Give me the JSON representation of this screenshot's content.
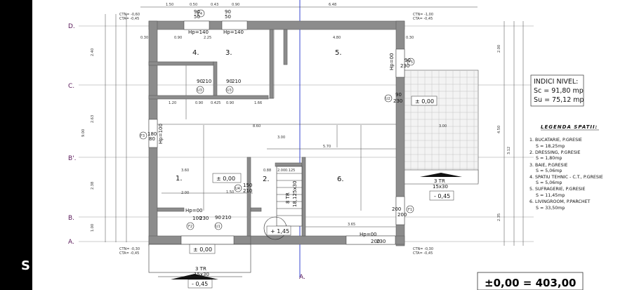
{
  "axes": {
    "d": "D.",
    "c": "C.",
    "b_prime": "B'.",
    "b": "B.",
    "a": "A.",
    "a_bottom": "A."
  },
  "rooms": {
    "r1": "1.",
    "r2": "2.",
    "r3": "3.",
    "r4": "4.",
    "r5": "5.",
    "r6": "6."
  },
  "levels": {
    "room1": "± 0,00",
    "room5": "± 0,00",
    "landing": "+ 1,45",
    "terrace_bottom": "± 0,00",
    "terrace_bottom_elev": "- 0,45",
    "terrace_right_elev": "- 0,45"
  },
  "stairs": {
    "bottom_label": "3 TR",
    "bottom_size": "15x30",
    "right_label": "3 TR",
    "right_size": "15x30",
    "inner_label": "8 TR",
    "inner_size": "18,125x30"
  },
  "windows": {
    "f1": "F1",
    "f1_w": "200",
    "f1_h": "200",
    "f2": "F2",
    "f2_w": "100",
    "f2_h": "230",
    "f3": "F3",
    "f3_w": "180",
    "f3_h": "80",
    "f4": "F4",
    "f4_w": "90",
    "f4_h": "50",
    "f4b_w": "90",
    "f4b_h": "50",
    "f5": "F5",
    "f5_w": "90",
    "f5_h": "230",
    "hp_f4a": "Hp=140",
    "hp_f4b": "Hp=140",
    "hp_f3": "Hp=100",
    "hp_f2": "Hp=00",
    "hp_f1": "Hp=00",
    "hp_f5": "Hp=00"
  },
  "doors": {
    "u1": "U1",
    "u1_w": "90",
    "u1_h": "210",
    "u2": "U2",
    "u2_w": "90",
    "u2_h": "230",
    "u3a": "U3",
    "u3a_w": "90",
    "u3a_h": "210",
    "u3b": "U3",
    "u3b_w": "90",
    "u3b_h": "210",
    "u4": "U4",
    "u4_w": "150",
    "u4_h": "210",
    "u1b_w": "200",
    "u1b_h": "230"
  },
  "dimensions": {
    "top_1": "1.50",
    "top_2": "0.50",
    "top_3": "0.43",
    "top_4": "0.90",
    "top_5": "6.48",
    "row_d_1": "0.30",
    "row_d_2": "0.90",
    "row_d_3": "2.25",
    "row_d_4": "4.80",
    "row_d_5": "0.30",
    "c_1": "1.20",
    "c_2": "0.90",
    "c_3": "0.425",
    "c_4": "0.90",
    "c_5": "1.66",
    "mid_1": "8.60",
    "mid_2": "5.70",
    "mid_3": "3.00",
    "mid_4": "3.00",
    "mid_5": "2.00",
    "b1": "3.60",
    "b2": "1.50",
    "b3": "2.00",
    "b4": "3.65",
    "b5": "0.125",
    "b6": "0.88",
    "left_1": "2.40",
    "left_2": "2.63",
    "left_3": "2.38",
    "left_4": "1.00",
    "left_5": "9.00",
    "right_1": "2.00",
    "right_2": "4.50",
    "right_3": "3.12",
    "right_4": "2.35",
    "cta_tl1": "CTN= -0,60",
    "cta_tl2": "CTA= -0,45",
    "cta_tr1": "CTN= -1,00",
    "cta_tr2": "CTA= -0,45",
    "cta_bl1": "CTN= -0,30",
    "cta_bl2": "CTA= -0,45",
    "cta_br1": "CTN= -0,30",
    "cta_br2": "CTA= -0,45"
  },
  "indici": {
    "title": "INDICI NIVEL:",
    "sc": "Sc = 91,80 mp",
    "su": "Su = 75,12 mp"
  },
  "legend": {
    "title": "LEGENDA  SPATII:",
    "items": [
      {
        "name": "1. BUCATARIE, P.GRESIE",
        "area": "S = 18,25mp"
      },
      {
        "name": "2. DRESSING, P.GRESIE",
        "area": "S = 1,80mp"
      },
      {
        "name": "3. BAIE, P.GRESIE",
        "area": "S = 5,06mp"
      },
      {
        "name": "4. SPATIU TEHNIC - C.T., P.GRESIE",
        "area": "S = 5,06mp"
      },
      {
        "name": "5. SUFRAGERIE, P.GRESIE",
        "area": "S = 11,45mp"
      },
      {
        "name": "6. LIVINGROOM, P.PARCHET",
        "area": "S = 33,50mp"
      }
    ]
  },
  "reference_level": "±0,00 = 403,00",
  "corner_letter": "S"
}
